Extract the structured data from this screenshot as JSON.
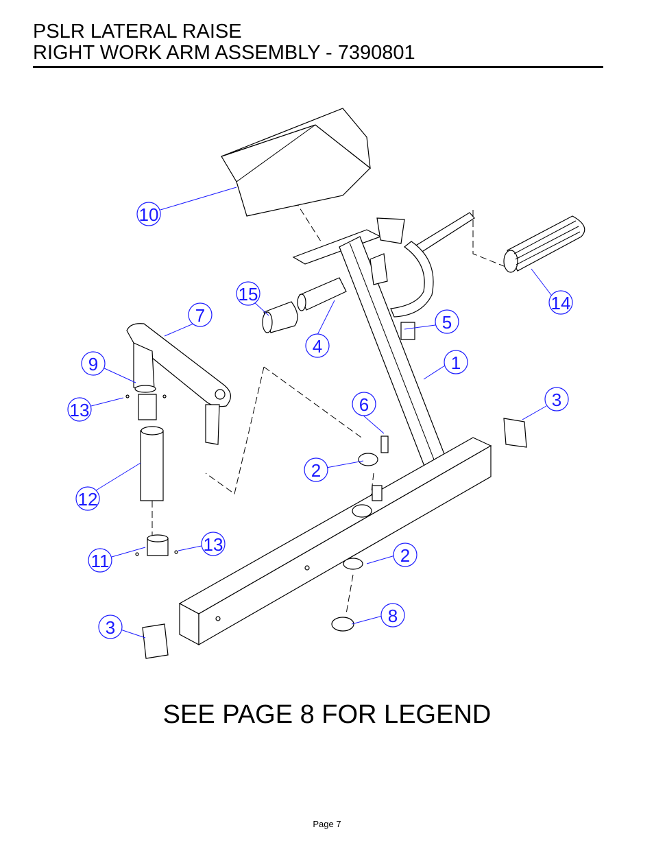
{
  "header": {
    "line1": "PSLR LATERAL RAISE",
    "line2": "RIGHT WORK ARM ASSEMBLY - 7390801"
  },
  "callouts": [
    "10",
    "15",
    "7",
    "4",
    "5",
    "14",
    "9",
    "1",
    "13",
    "6",
    "3",
    "2",
    "12",
    "11",
    "13",
    "2",
    "8",
    "3"
  ],
  "note": "SEE PAGE 8 FOR LEGEND",
  "footer": {
    "page": "Page 7"
  },
  "colors": {
    "callout": "#1a1aff",
    "line": "#000000"
  }
}
